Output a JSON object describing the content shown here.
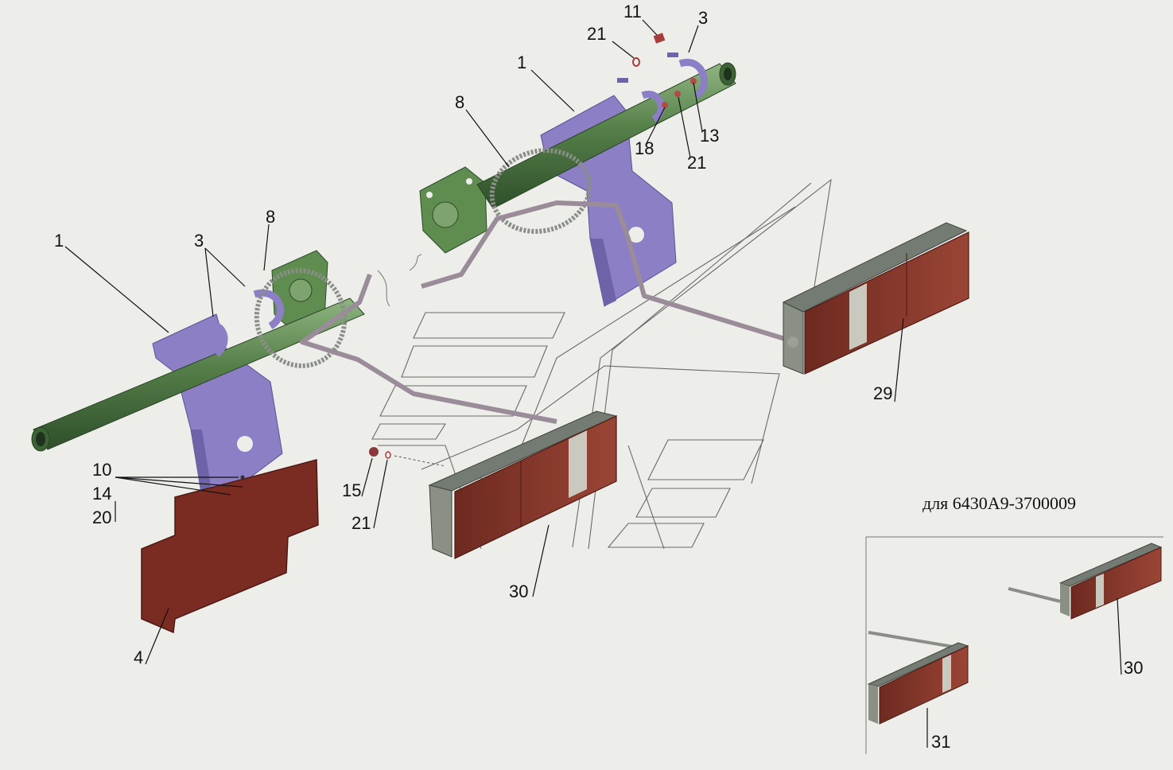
{
  "caption": "для 6430А9-3700009",
  "colors": {
    "background": "#ededea",
    "tube": "#4e7a44",
    "tube_light": "#7ea36f",
    "bracket": "#8c7fc6",
    "bracket_dark": "#6e62a8",
    "lamp_red": "#8a3a2e",
    "lamp_dark": "#5d231b",
    "lamp_housing": "#7a7f78",
    "plate": "#7a2c22",
    "cable": "#a89aa6"
  },
  "callouts": [
    {
      "id": "c1a",
      "text": "1"
    },
    {
      "id": "c3a",
      "text": "3"
    },
    {
      "id": "c8a",
      "text": "8"
    },
    {
      "id": "c1b",
      "text": "1"
    },
    {
      "id": "c8b",
      "text": "8"
    },
    {
      "id": "c11",
      "text": "11"
    },
    {
      "id": "c21a",
      "text": "21"
    },
    {
      "id": "c3b",
      "text": "3"
    },
    {
      "id": "c13",
      "text": "13"
    },
    {
      "id": "c18",
      "text": "18"
    },
    {
      "id": "c21b",
      "text": "21"
    },
    {
      "id": "c29",
      "text": "29"
    },
    {
      "id": "c10",
      "text": "10"
    },
    {
      "id": "c14",
      "text": "14"
    },
    {
      "id": "c20",
      "text": "20"
    },
    {
      "id": "c15",
      "text": "15"
    },
    {
      "id": "c21c",
      "text": "21"
    },
    {
      "id": "c30a",
      "text": "30"
    },
    {
      "id": "c4",
      "text": "4"
    },
    {
      "id": "c30b",
      "text": "30"
    },
    {
      "id": "c31",
      "text": "31"
    }
  ]
}
